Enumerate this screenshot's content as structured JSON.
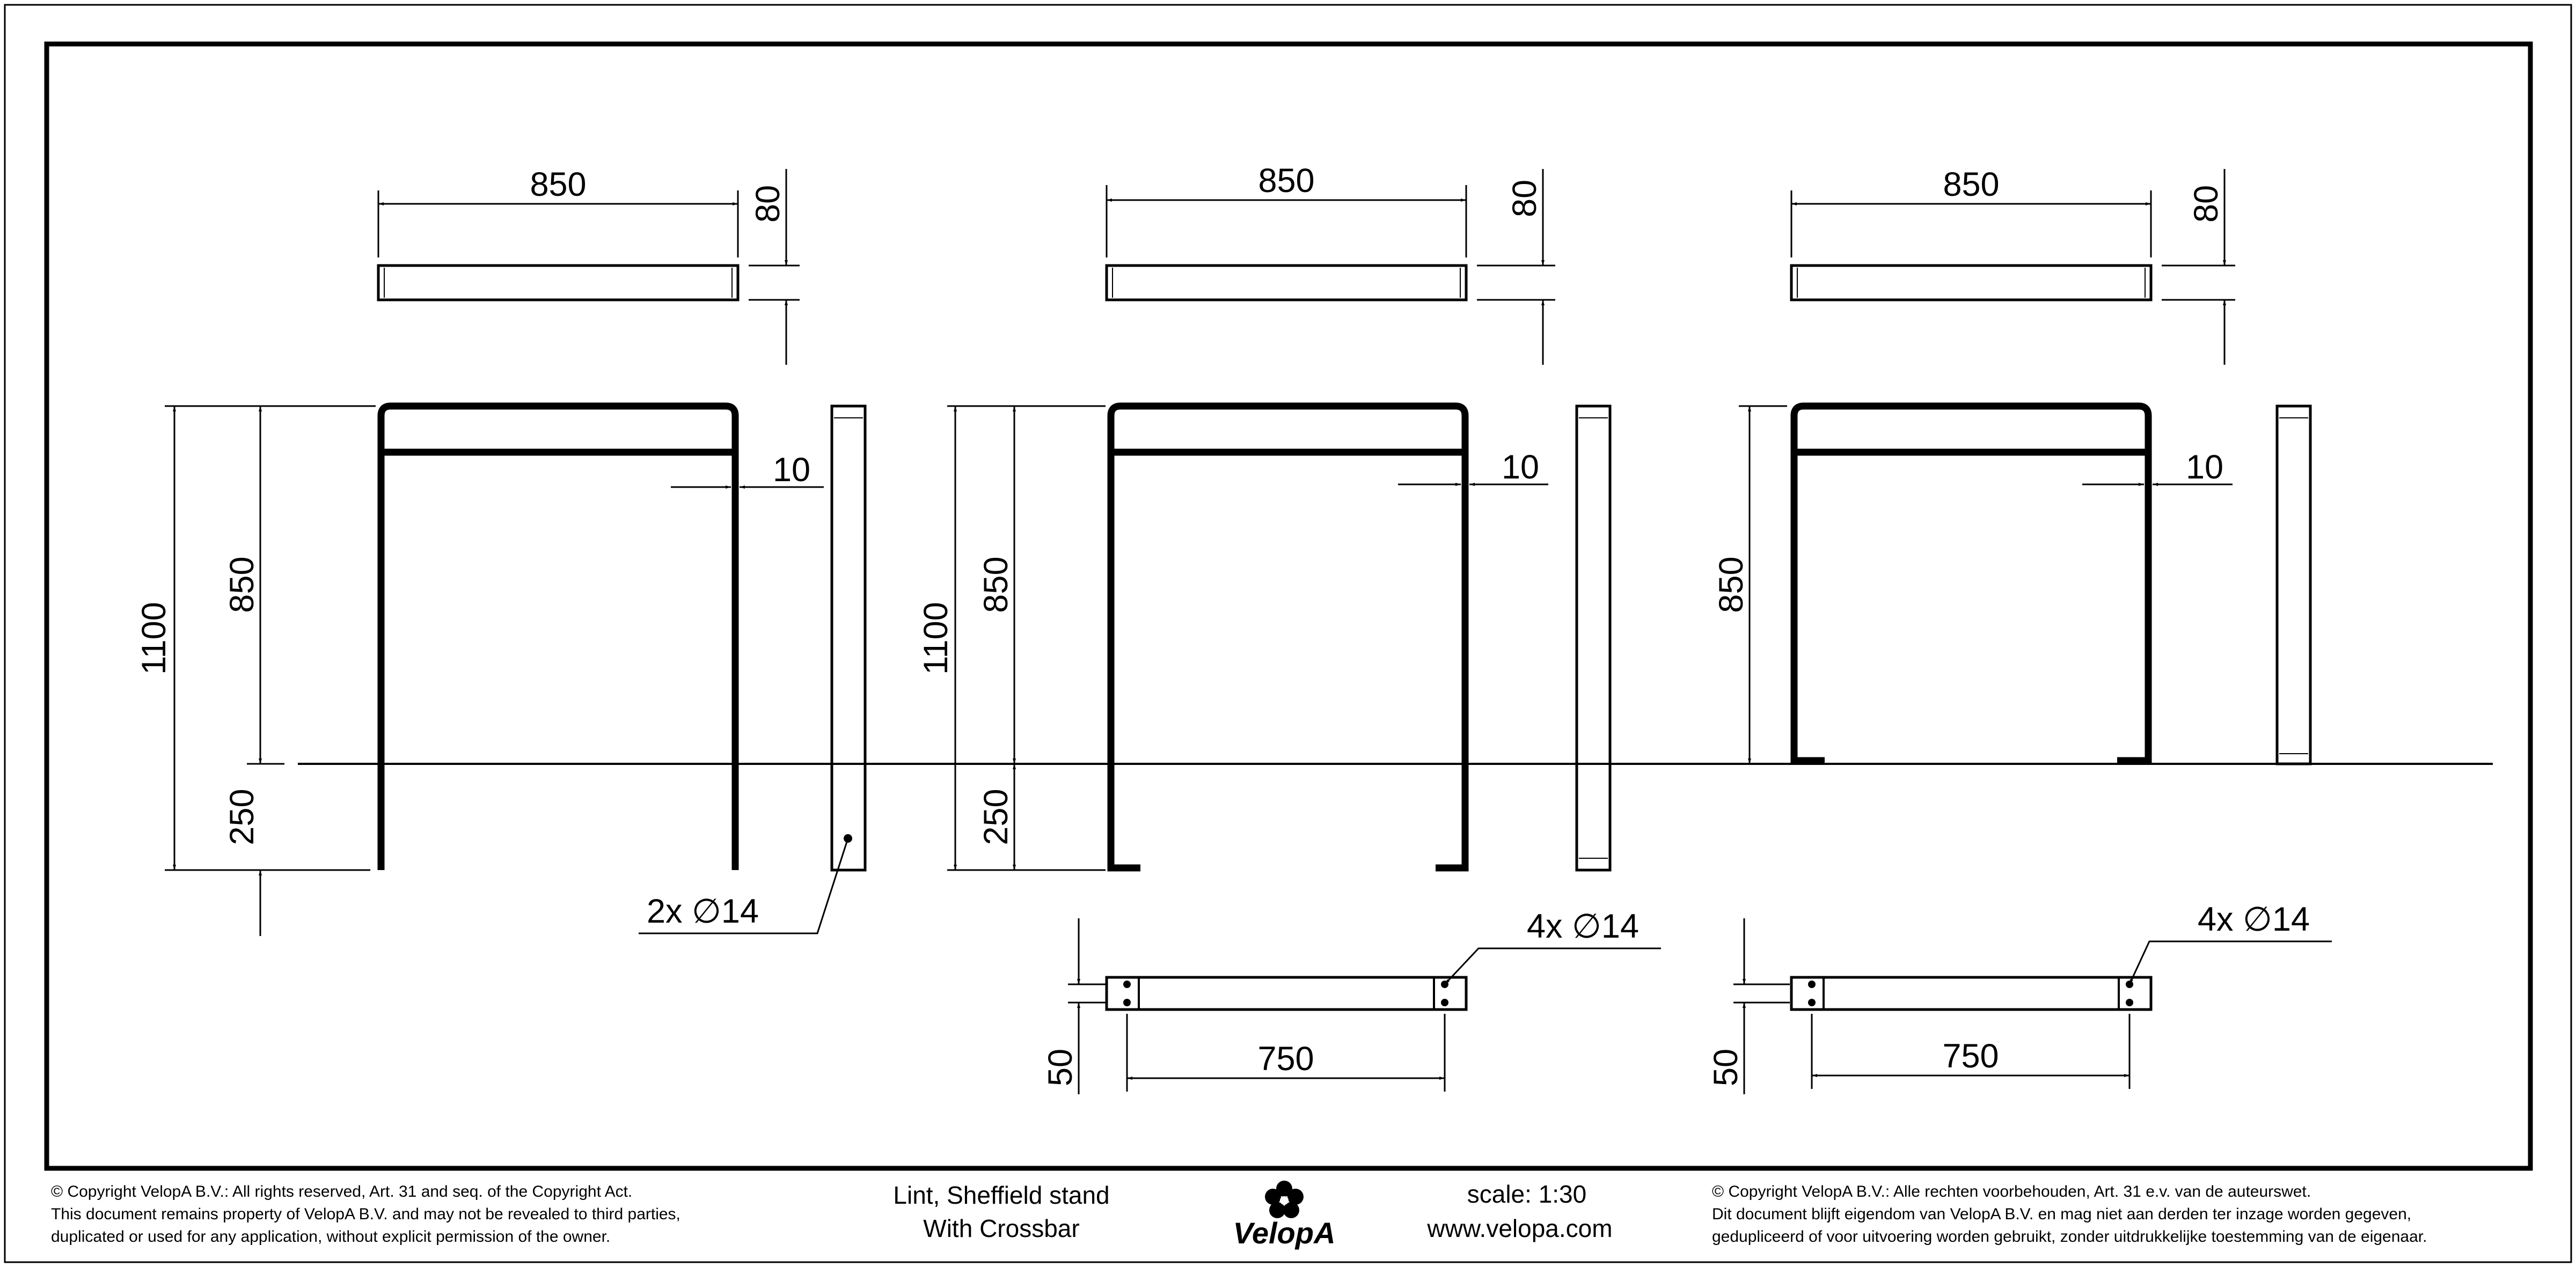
{
  "drawing": {
    "views": [
      {
        "top": {
          "width": "850",
          "thickness": "80"
        },
        "front": {
          "overall_height": "1100",
          "above_ground": "850",
          "below_ground": "250",
          "wall": "10"
        },
        "side": {
          "holes": "2x ∅14"
        }
      },
      {
        "top": {
          "width": "850",
          "thickness": "80"
        },
        "front": {
          "overall_height": "1100",
          "above_ground": "850",
          "below_ground": "250",
          "wall": "10"
        },
        "plate": {
          "holes": "4x ∅14",
          "hole_spacing": "750",
          "plate_depth": "50"
        }
      },
      {
        "top": {
          "width": "850",
          "thickness": "80"
        },
        "front": {
          "above_ground": "850",
          "wall": "10"
        },
        "plate": {
          "holes": "4x ∅14",
          "hole_spacing": "750",
          "plate_depth": "50"
        }
      }
    ]
  },
  "footer": {
    "copyright_en": [
      "©  Copyright VelopA B.V.: All rights reserved, Art. 31 and seq. of the Copyright Act.",
      "This document remains property of VelopA B.V. and may not be revealed to third parties,",
      "duplicated or used for any application, without explicit permission of the owner."
    ],
    "product": [
      "Lint, Sheffield stand",
      "With Crossbar"
    ],
    "logo_text": "VelopA",
    "scale": "scale: 1:30",
    "website": "www.velopa.com",
    "copyright_nl": [
      "©  Copyright VelopA B.V.: Alle rechten voorbehouden, Art. 31 e.v. van de auteurswet.",
      "Dit document blijft eigendom van VelopA B.V. en mag niet aan derden ter inzage worden gegeven,",
      "gedupliceerd of voor uitvoering worden gebruikt, zonder uitdrukkelijke toestemming van de eigenaar."
    ]
  }
}
